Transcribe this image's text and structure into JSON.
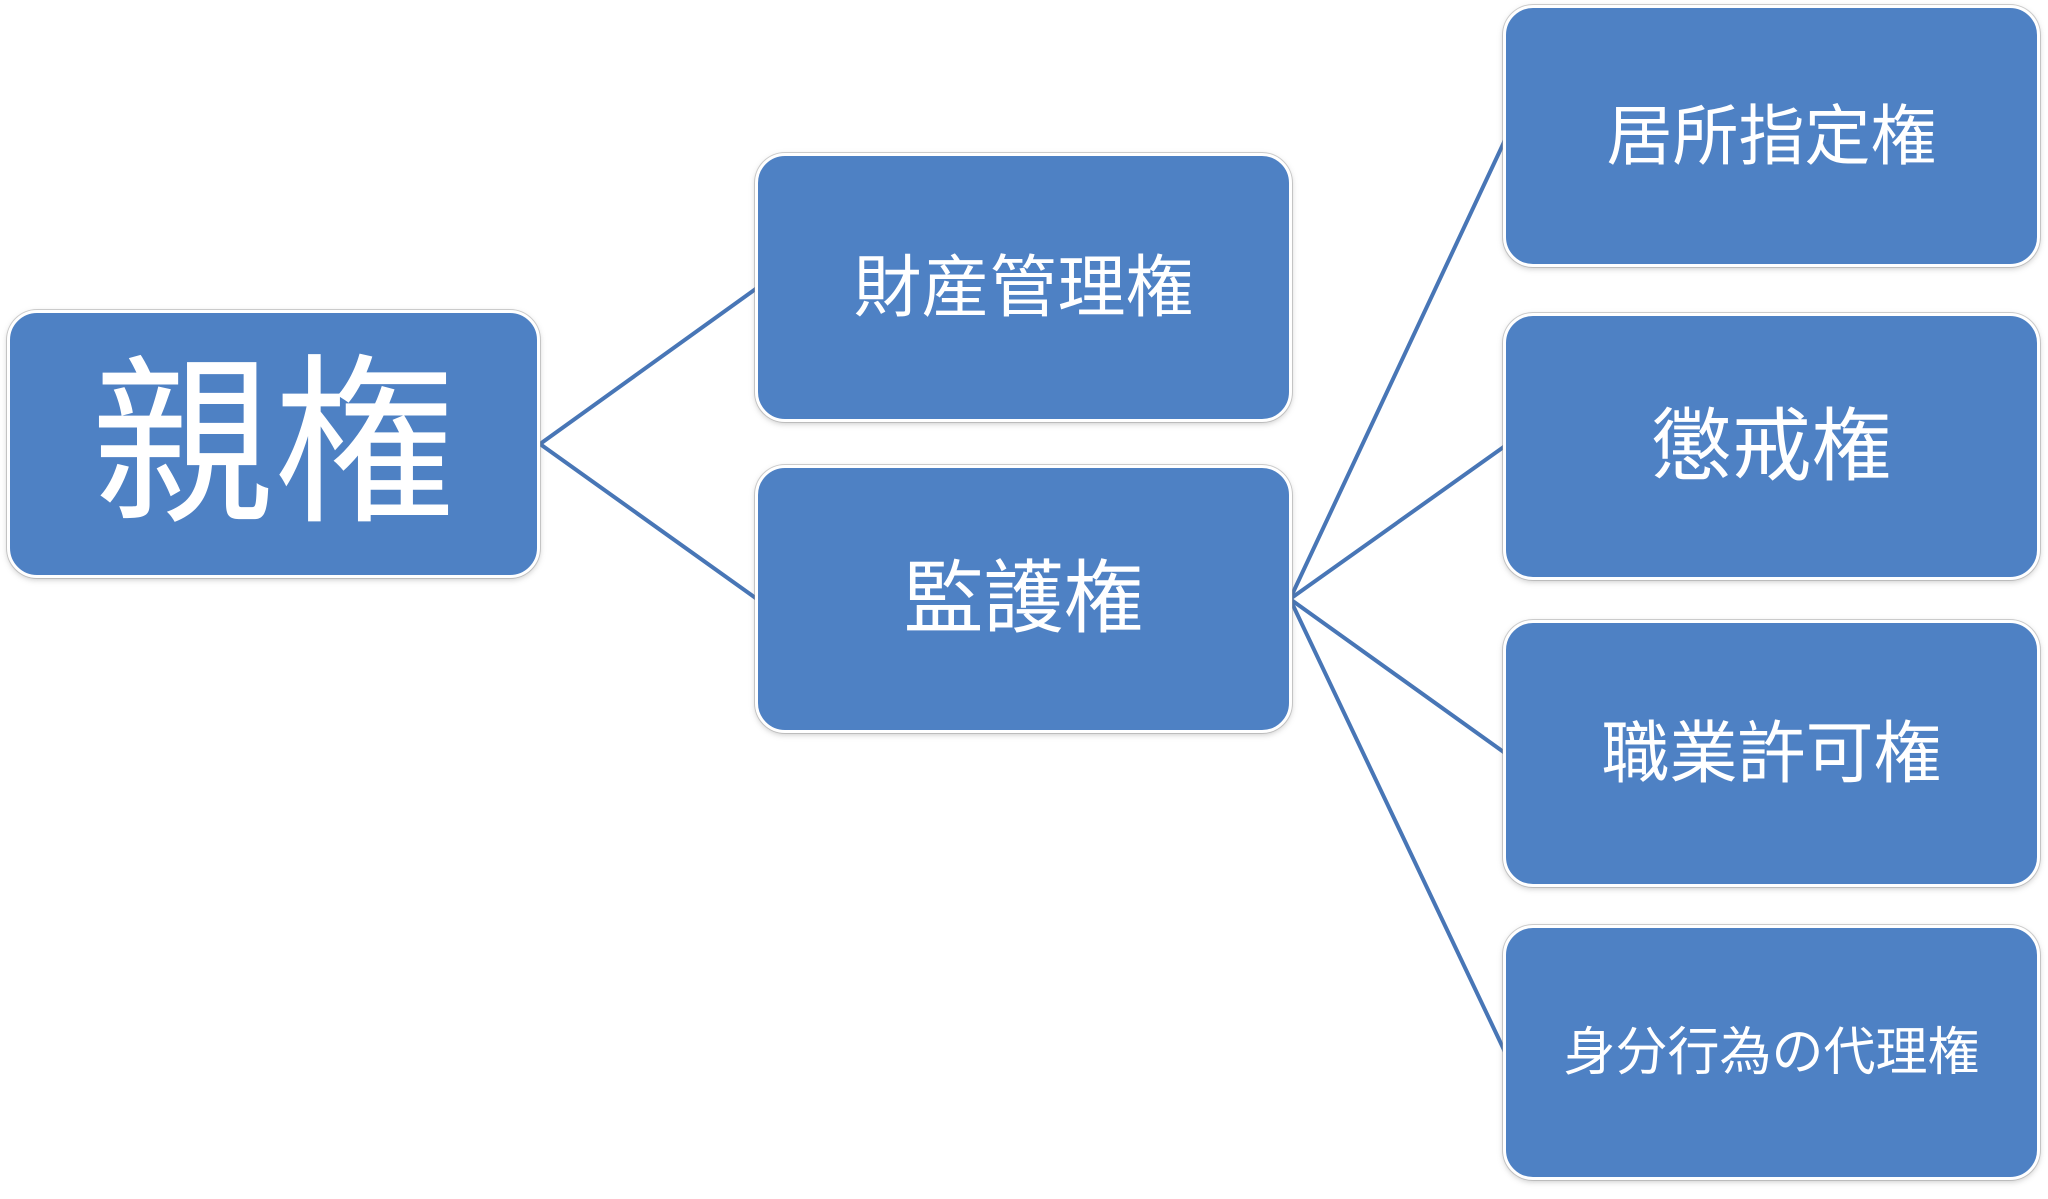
{
  "colors": {
    "node_fill": "#4e81c4",
    "node_text": "#ffffff",
    "connector": "#4876b6",
    "background": "#ffffff"
  },
  "diagram": {
    "type": "hierarchy-tree",
    "orientation": "left-to-right",
    "nodes": {
      "shinken": {
        "label": "親権"
      },
      "zaisan": {
        "label": "財産管理権"
      },
      "kango": {
        "label": "監護権"
      },
      "kyosho": {
        "label": "居所指定権"
      },
      "chokai": {
        "label": "懲戒権"
      },
      "shokugyo": {
        "label": "職業許可権"
      },
      "mibun": {
        "label": "身分行為の代理権"
      }
    },
    "edges": [
      {
        "from": "親権",
        "to": "財産管理権"
      },
      {
        "from": "親権",
        "to": "監護権"
      },
      {
        "from": "監護権",
        "to": "居所指定権"
      },
      {
        "from": "監護権",
        "to": "懲戒権"
      },
      {
        "from": "監護権",
        "to": "職業許可権"
      },
      {
        "from": "監護權",
        "to": "身分行為の代理権"
      }
    ]
  }
}
